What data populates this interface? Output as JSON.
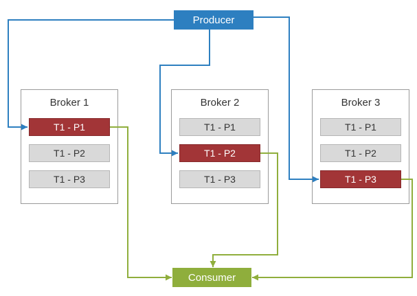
{
  "producer": {
    "label": "Producer"
  },
  "consumer": {
    "label": "Consumer"
  },
  "brokers": [
    {
      "title": "Broker 1",
      "partitions": [
        {
          "label": "T1 - P1",
          "leader": true
        },
        {
          "label": "T1 - P2",
          "leader": false
        },
        {
          "label": "T1 - P3",
          "leader": false
        }
      ]
    },
    {
      "title": "Broker 2",
      "partitions": [
        {
          "label": "T1 - P1",
          "leader": false
        },
        {
          "label": "T1 - P2",
          "leader": true
        },
        {
          "label": "T1 - P3",
          "leader": false
        }
      ]
    },
    {
      "title": "Broker 3",
      "partitions": [
        {
          "label": "T1 - P1",
          "leader": false
        },
        {
          "label": "T1 - P2",
          "leader": false
        },
        {
          "label": "T1 - P3",
          "leader": true
        }
      ]
    }
  ],
  "colors": {
    "blue": "#2d7fc0",
    "green": "#8fae3c",
    "red": "#a23537",
    "gray": "#d9d9d9"
  }
}
